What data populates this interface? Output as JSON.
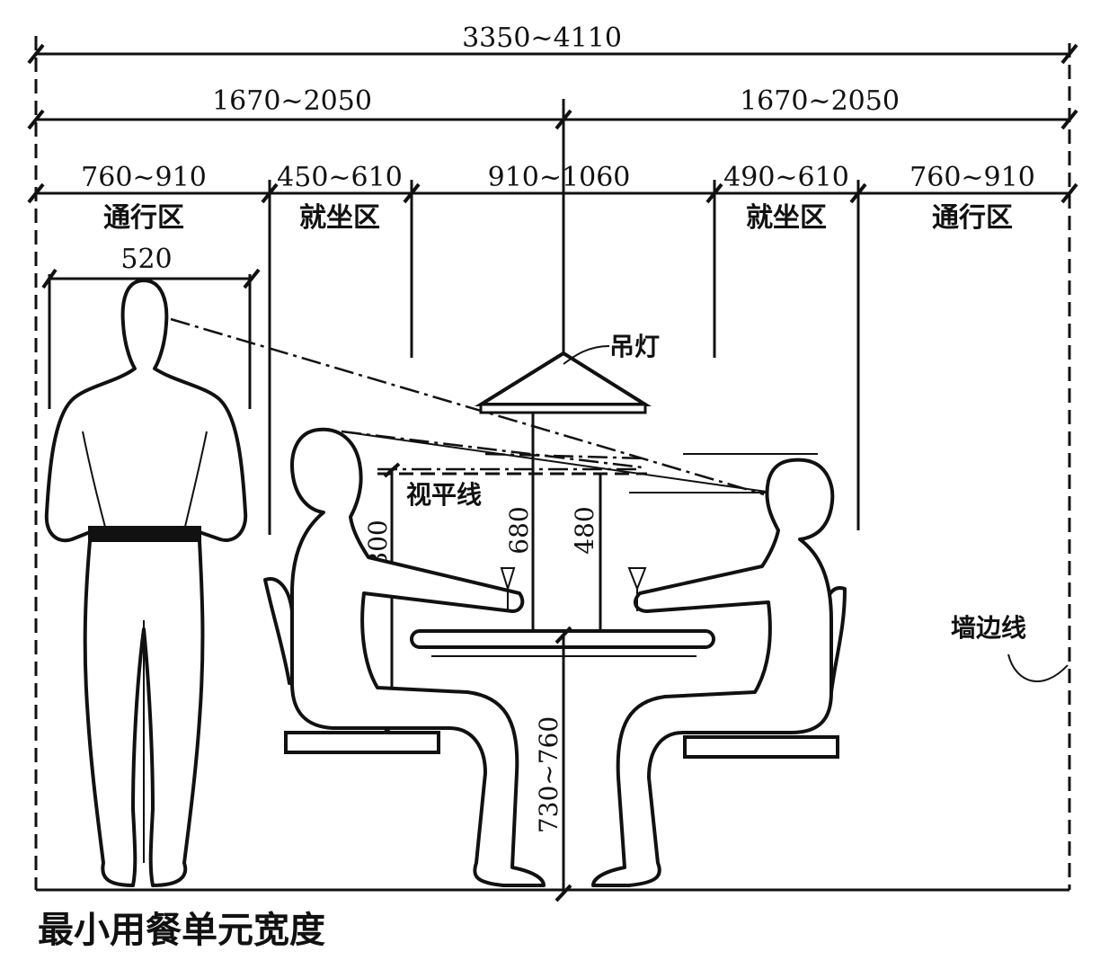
{
  "dimensions": {
    "total": "3350~4110",
    "half_left": "1670~2050",
    "half_right": "1670~2050",
    "zones": [
      {
        "width": "760~910",
        "label": "通行区"
      },
      {
        "width": "450~610",
        "label": "就坐区"
      },
      {
        "width": "910~1060",
        "label": ""
      },
      {
        "width": "490~610",
        "label": "就坐区"
      },
      {
        "width": "760~910",
        "label": "通行区"
      }
    ],
    "shoulder_width": "520",
    "eye_height_seated": "800",
    "lamp_above_table": "680",
    "eye_above_table": "480",
    "table_height": "730~760"
  },
  "labels": {
    "pendant_lamp": "吊灯",
    "eye_level_line": "视平线",
    "wall_line": "墙边线"
  },
  "caption": "最小用餐单元宽度"
}
